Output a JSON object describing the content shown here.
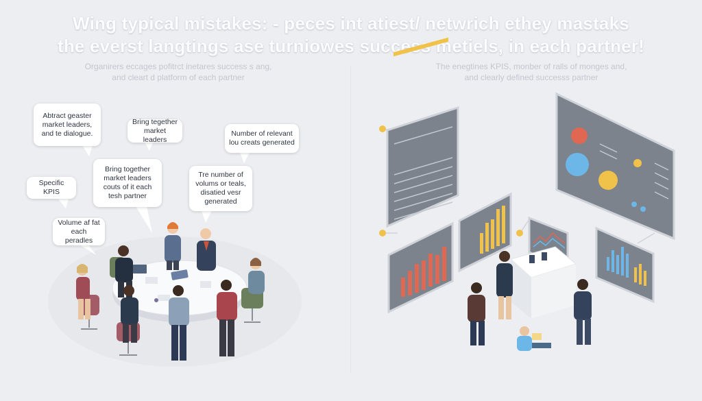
{
  "headline": {
    "line1": "Wing typical mistakes: - peces int atiest/ netwrich ethey mastaks",
    "line2": "the everst langtings ase turniowes success metiels, in each partner!"
  },
  "left_panel": {
    "subtitle_line1": "Organirers eccages pofitrct inetares success s ang,",
    "subtitle_line2": "and cleart d platform of each partner",
    "bubbles": [
      "Abtract geaster\nmarket leaders,\nand te dialogue.",
      "Bring tegether\nmarket leaders",
      "Number of relevant\nlou creats generated",
      "Specific KPIS",
      "Bring together\nmarket leaders\ncouts of it each\ntesh partner",
      "Tre number of\nvolums or teals,\ndisatied vesr\ngenerated",
      "Volume af fat\neach peradles"
    ]
  },
  "right_panel": {
    "subtitle_line1": "The enegtines KPIS, monber of ralls of monges and,",
    "subtitle_line2": "and clearly defined successs partner"
  }
}
